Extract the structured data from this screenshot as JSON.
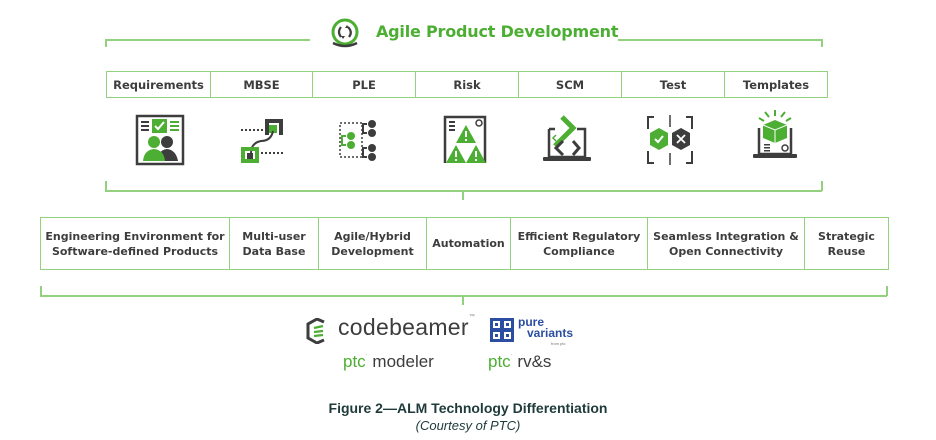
{
  "header": {
    "title": "Agile Product Development",
    "icon": "agile-cycle-icon"
  },
  "capabilities": [
    {
      "label": "Requirements",
      "icon": "requirements-icon"
    },
    {
      "label": "MBSE",
      "icon": "mbse-icon"
    },
    {
      "label": "PLE",
      "icon": "ple-icon"
    },
    {
      "label": "Risk",
      "icon": "risk-icon"
    },
    {
      "label": "SCM",
      "icon": "scm-icon"
    },
    {
      "label": "Test",
      "icon": "test-icon"
    },
    {
      "label": "Templates",
      "icon": "templates-icon"
    }
  ],
  "differentiators": [
    {
      "line1": "Engineering Environment for",
      "line2": "Software-defined Products"
    },
    {
      "line1": "Multi-user",
      "line2": "Data Base"
    },
    {
      "line1": "Agile/Hybrid",
      "line2": "Development"
    },
    {
      "line1": "Automation",
      "line2": ""
    },
    {
      "line1": "Efficient Regulatory",
      "line2": "Compliance"
    },
    {
      "line1": "Seamless Integration &",
      "line2": "Open Connectivity"
    },
    {
      "line1": "Strategic",
      "line2": "Reuse"
    }
  ],
  "products": {
    "codebeamer": "codebeamer",
    "codebeamer_tm": "™",
    "pure_variants_1": "pure",
    "pure_variants_2": "variants",
    "pure_variants_from": "from ptc",
    "ptc_prefix": "ptc",
    "modeler": "modeler",
    "rvs": "rv&s"
  },
  "caption": {
    "title": "Figure 2—ALM Technology Differentiation",
    "credit": "(Courtesy of PTC)"
  },
  "colors": {
    "accent_green": "#4cae32",
    "line_green": "#93d17f",
    "dark_gray": "#3d3d3d",
    "pure_variants_blue": "#2b4ea2"
  }
}
